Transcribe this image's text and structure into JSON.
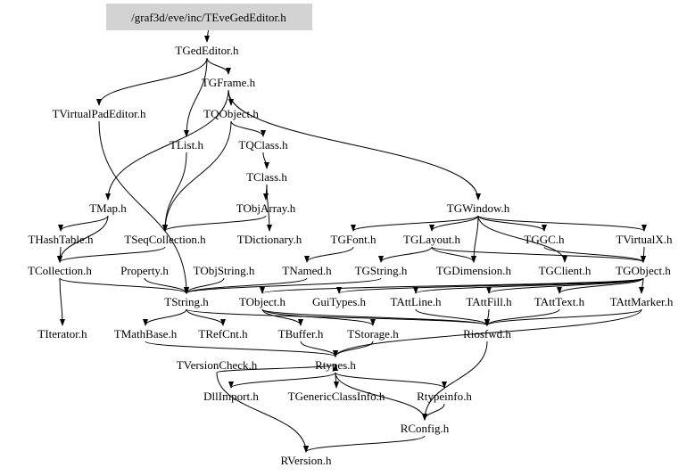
{
  "title": "Include dependency graph for /graf3d/eve/inc/TEveGedEditor.h",
  "colors": {
    "root_fill": "#d3d3d3",
    "edge": "#000000",
    "background": "#ffffff"
  },
  "root": "/graf3d/eve/inc/TEveGedEditor.h",
  "nodes": [
    {
      "id": "root",
      "label": "/graf3d/eve/inc/TEveGedEditor.h"
    },
    {
      "id": "TGedEditor",
      "label": "TGedEditor.h"
    },
    {
      "id": "TGFrame",
      "label": "TGFrame.h"
    },
    {
      "id": "TVirtualPadEditor",
      "label": "TVirtualPadEditor.h"
    },
    {
      "id": "TQObject",
      "label": "TQObject.h"
    },
    {
      "id": "TList",
      "label": "TList.h"
    },
    {
      "id": "TQClass",
      "label": "TQClass.h"
    },
    {
      "id": "TClass",
      "label": "TClass.h"
    },
    {
      "id": "TMap",
      "label": "TMap.h"
    },
    {
      "id": "TObjArray",
      "label": "TObjArray.h"
    },
    {
      "id": "TGWindow",
      "label": "TGWindow.h"
    },
    {
      "id": "THashTable",
      "label": "THashTable.h"
    },
    {
      "id": "TSeqCollection",
      "label": "TSeqCollection.h"
    },
    {
      "id": "TDictionary",
      "label": "TDictionary.h"
    },
    {
      "id": "TGFont",
      "label": "TGFont.h"
    },
    {
      "id": "TGLayout",
      "label": "TGLayout.h"
    },
    {
      "id": "TGGC",
      "label": "TGGC.h"
    },
    {
      "id": "TVirtualX",
      "label": "TVirtualX.h"
    },
    {
      "id": "TCollection",
      "label": "TCollection.h"
    },
    {
      "id": "Property",
      "label": "Property.h"
    },
    {
      "id": "TObjString",
      "label": "TObjString.h"
    },
    {
      "id": "TNamed",
      "label": "TNamed.h"
    },
    {
      "id": "TGString",
      "label": "TGString.h"
    },
    {
      "id": "TGDimension",
      "label": "TGDimension.h"
    },
    {
      "id": "TGClient",
      "label": "TGClient.h"
    },
    {
      "id": "TGObject",
      "label": "TGObject.h"
    },
    {
      "id": "TString",
      "label": "TString.h"
    },
    {
      "id": "TObject",
      "label": "TObject.h"
    },
    {
      "id": "GuiTypes",
      "label": "GuiTypes.h"
    },
    {
      "id": "TAttLine",
      "label": "TAttLine.h"
    },
    {
      "id": "TAttFill",
      "label": "TAttFill.h"
    },
    {
      "id": "TAttText",
      "label": "TAttText.h"
    },
    {
      "id": "TAttMarker",
      "label": "TAttMarker.h"
    },
    {
      "id": "TIterator",
      "label": "TIterator.h"
    },
    {
      "id": "TMathBase",
      "label": "TMathBase.h"
    },
    {
      "id": "TRefCnt",
      "label": "TRefCnt.h"
    },
    {
      "id": "TBuffer",
      "label": "TBuffer.h"
    },
    {
      "id": "TStorage",
      "label": "TStorage.h"
    },
    {
      "id": "Riosfwd",
      "label": "Riosfwd.h"
    },
    {
      "id": "TVersionCheck",
      "label": "TVersionCheck.h"
    },
    {
      "id": "Rtypes",
      "label": "Rtypes.h"
    },
    {
      "id": "DllImport",
      "label": "DllImport.h"
    },
    {
      "id": "TGenericClassInfo",
      "label": "TGenericClassInfo.h"
    },
    {
      "id": "Rtypeinfo",
      "label": "Rtypeinfo.h"
    },
    {
      "id": "RConfig",
      "label": "RConfig.h"
    },
    {
      "id": "RVersion",
      "label": "RVersion.h"
    }
  ],
  "edges": [
    [
      "root",
      "TGedEditor"
    ],
    [
      "TGedEditor",
      "TGFrame"
    ],
    [
      "TGedEditor",
      "TVirtualPadEditor"
    ],
    [
      "TGedEditor",
      "TList"
    ],
    [
      "TGFrame",
      "TQObject"
    ],
    [
      "TGFrame",
      "TGWindow"
    ],
    [
      "TGFrame",
      "TMap"
    ],
    [
      "TQObject",
      "TQClass"
    ],
    [
      "TQObject",
      "TSeqCollection"
    ],
    [
      "TQClass",
      "TClass"
    ],
    [
      "TClass",
      "TObjArray"
    ],
    [
      "TClass",
      "TDictionary"
    ],
    [
      "TList",
      "TSeqCollection"
    ],
    [
      "TMap",
      "THashTable"
    ],
    [
      "TMap",
      "TCollection"
    ],
    [
      "THashTable",
      "TCollection"
    ],
    [
      "TSeqCollection",
      "TCollection"
    ],
    [
      "TObjArray",
      "TSeqCollection"
    ],
    [
      "TGWindow",
      "TGFont"
    ],
    [
      "TGWindow",
      "TGLayout"
    ],
    [
      "TGWindow",
      "TGGC"
    ],
    [
      "TGWindow",
      "TVirtualX"
    ],
    [
      "TGWindow",
      "TGDimension"
    ],
    [
      "TGWindow",
      "TGClient"
    ],
    [
      "TGFont",
      "TNamed"
    ],
    [
      "TGLayout",
      "TGString"
    ],
    [
      "TGLayout",
      "TGDimension"
    ],
    [
      "TGLayout",
      "TGObject"
    ],
    [
      "TGGC",
      "TGObject"
    ],
    [
      "TVirtualX",
      "TGObject"
    ],
    [
      "TVirtualPadEditor",
      "TString"
    ],
    [
      "TCollection",
      "TIterator"
    ],
    [
      "TCollection",
      "TString"
    ],
    [
      "Property",
      "TString"
    ],
    [
      "TObjString",
      "TString"
    ],
    [
      "TNamed",
      "TString"
    ],
    [
      "TGString",
      "TString"
    ],
    [
      "TGObject",
      "TObject"
    ],
    [
      "TGObject",
      "GuiTypes"
    ],
    [
      "TGObject",
      "TAttLine"
    ],
    [
      "TGObject",
      "TAttFill"
    ],
    [
      "TGObject",
      "TAttText"
    ],
    [
      "TGObject",
      "TAttMarker"
    ],
    [
      "TString",
      "TMathBase"
    ],
    [
      "TString",
      "TRefCnt"
    ],
    [
      "TString",
      "Riosfwd"
    ],
    [
      "TObject",
      "TBuffer"
    ],
    [
      "TObject",
      "TStorage"
    ],
    [
      "TObject",
      "Riosfwd"
    ],
    [
      "TAttLine",
      "Riosfwd"
    ],
    [
      "TAttFill",
      "Riosfwd"
    ],
    [
      "TAttText",
      "Riosfwd"
    ],
    [
      "TAttMarker",
      "Riosfwd"
    ],
    [
      "TMathBase",
      "Rtypes"
    ],
    [
      "TBuffer",
      "Rtypes"
    ],
    [
      "TStorage",
      "Rtypes"
    ],
    [
      "TAttMarker",
      "Rtypes"
    ],
    [
      "TVersionCheck",
      "Rtypes"
    ],
    [
      "Rtypes",
      "DllImport"
    ],
    [
      "Rtypes",
      "TGenericClassInfo"
    ],
    [
      "Rtypes",
      "Rtypeinfo"
    ],
    [
      "Rtypes",
      "RConfig"
    ],
    [
      "Rtypeinfo",
      "RConfig"
    ],
    [
      "Riosfwd",
      "RConfig"
    ],
    [
      "RConfig",
      "RVersion"
    ],
    [
      "TVersionCheck",
      "RVersion"
    ]
  ]
}
